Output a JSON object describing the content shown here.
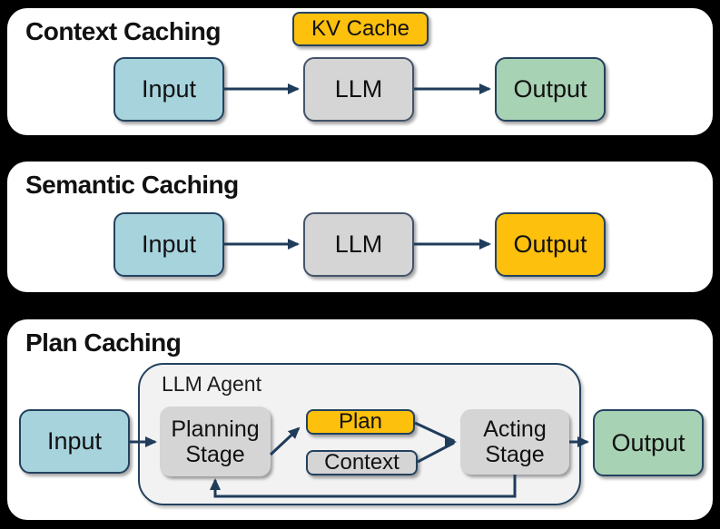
{
  "colors": {
    "background": "#000000",
    "panel_bg": "#ffffff",
    "input_fill": "#a7d3dd",
    "gray_fill": "#d5d5d5",
    "green_fill": "#a8d2b4",
    "orange_fill": "#fdc00d",
    "agent_fill": "#f2f2f3",
    "border_dark": "#24425f",
    "border_gray_box": "#44546a",
    "arrow": "#1f3c5a",
    "text": "#111111"
  },
  "panels": [
    {
      "title": "Context Caching",
      "nodes": {
        "kv_cache": "KV Cache",
        "input": "Input",
        "llm": "LLM",
        "output": "Output"
      }
    },
    {
      "title": "Semantic Caching",
      "nodes": {
        "input": "Input",
        "llm": "LLM",
        "output": "Output"
      }
    },
    {
      "title": "Plan Caching",
      "agent_label": "LLM Agent",
      "nodes": {
        "input": "Input",
        "planning_stage": "Planning Stage",
        "plan": "Plan",
        "context": "Context",
        "acting_stage": "Acting Stage",
        "output": "Output"
      }
    }
  ]
}
